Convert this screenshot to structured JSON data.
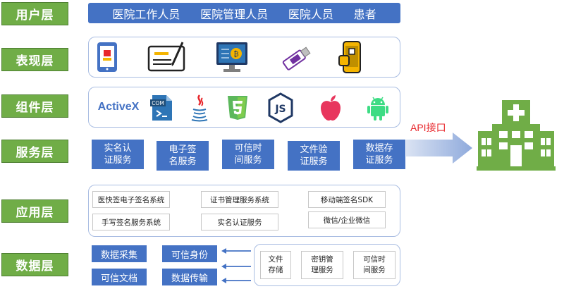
{
  "layers": {
    "user": "用户层",
    "presentation": "表现层",
    "component": "组件层",
    "service": "服务层",
    "application": "应用层",
    "data": "数据层"
  },
  "user_roles": [
    "医院工作人员",
    "医院管理人员",
    "医院人员",
    "患者"
  ],
  "presentation_icons": [
    "tablet-icon",
    "signature-pad-icon",
    "computer-monitor-icon",
    "usb-key-icon",
    "smartphone-icon"
  ],
  "component_icons": {
    "activex": "ActiveX",
    "com_label": "COM",
    "names": [
      "activex-icon",
      "com-icon",
      "java-icon",
      "html5-icon",
      "nodejs-icon",
      "apple-icon",
      "android-icon"
    ]
  },
  "services": [
    "实名认\n证服务",
    "电子签\n名服务",
    "可信时\n间服务",
    "文件验\n证服务",
    "数据存\n证服务"
  ],
  "api": {
    "label": "API接口",
    "arrow_color": "#b4c7e7"
  },
  "hospital_icon": "hospital-icon",
  "applications": [
    "医快签电子签名系统",
    "证书管理服务系统",
    "移动端签名SDK",
    "手写签名服务系统",
    "实名认证服务",
    "微信/企业微信"
  ],
  "data_layer": {
    "left_boxes": [
      "数据采集",
      "可信身份",
      "可信文档",
      "数据传输"
    ],
    "right_boxes": [
      "文件\n存储",
      "密钥管\n理服务",
      "可信时\n间服务"
    ]
  },
  "colors": {
    "layer_green": "#70ad47",
    "blue": "#4472c4",
    "panel_border": "#a9bde2",
    "api_red": "#e8262b",
    "hospital_green": "#70ad47"
  }
}
